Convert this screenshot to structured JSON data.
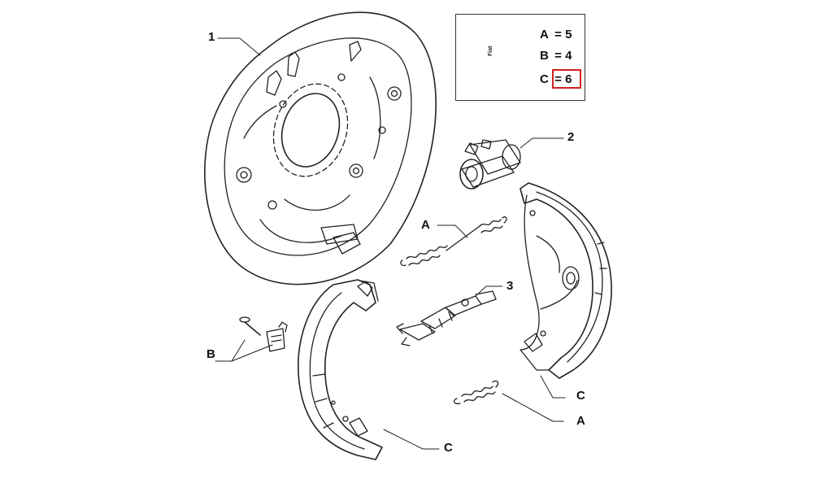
{
  "callouts": {
    "part_1": "1",
    "part_2": "2",
    "part_3": "3",
    "spring_a_upper": "A",
    "spring_a_lower": "A",
    "clip_b": "B",
    "shoe_c_left": "C",
    "shoe_c_right": "C"
  },
  "legend": {
    "rows": [
      {
        "letter": "A",
        "eq": "=",
        "qty": "5",
        "highlight": false
      },
      {
        "letter": "B",
        "eq": "=",
        "qty": "4",
        "highlight": false
      },
      {
        "letter": "C",
        "eq": "=",
        "qty": "6",
        "highlight": true
      }
    ],
    "kit_label": "Fiat",
    "highlight_color": "#d21f1f"
  }
}
